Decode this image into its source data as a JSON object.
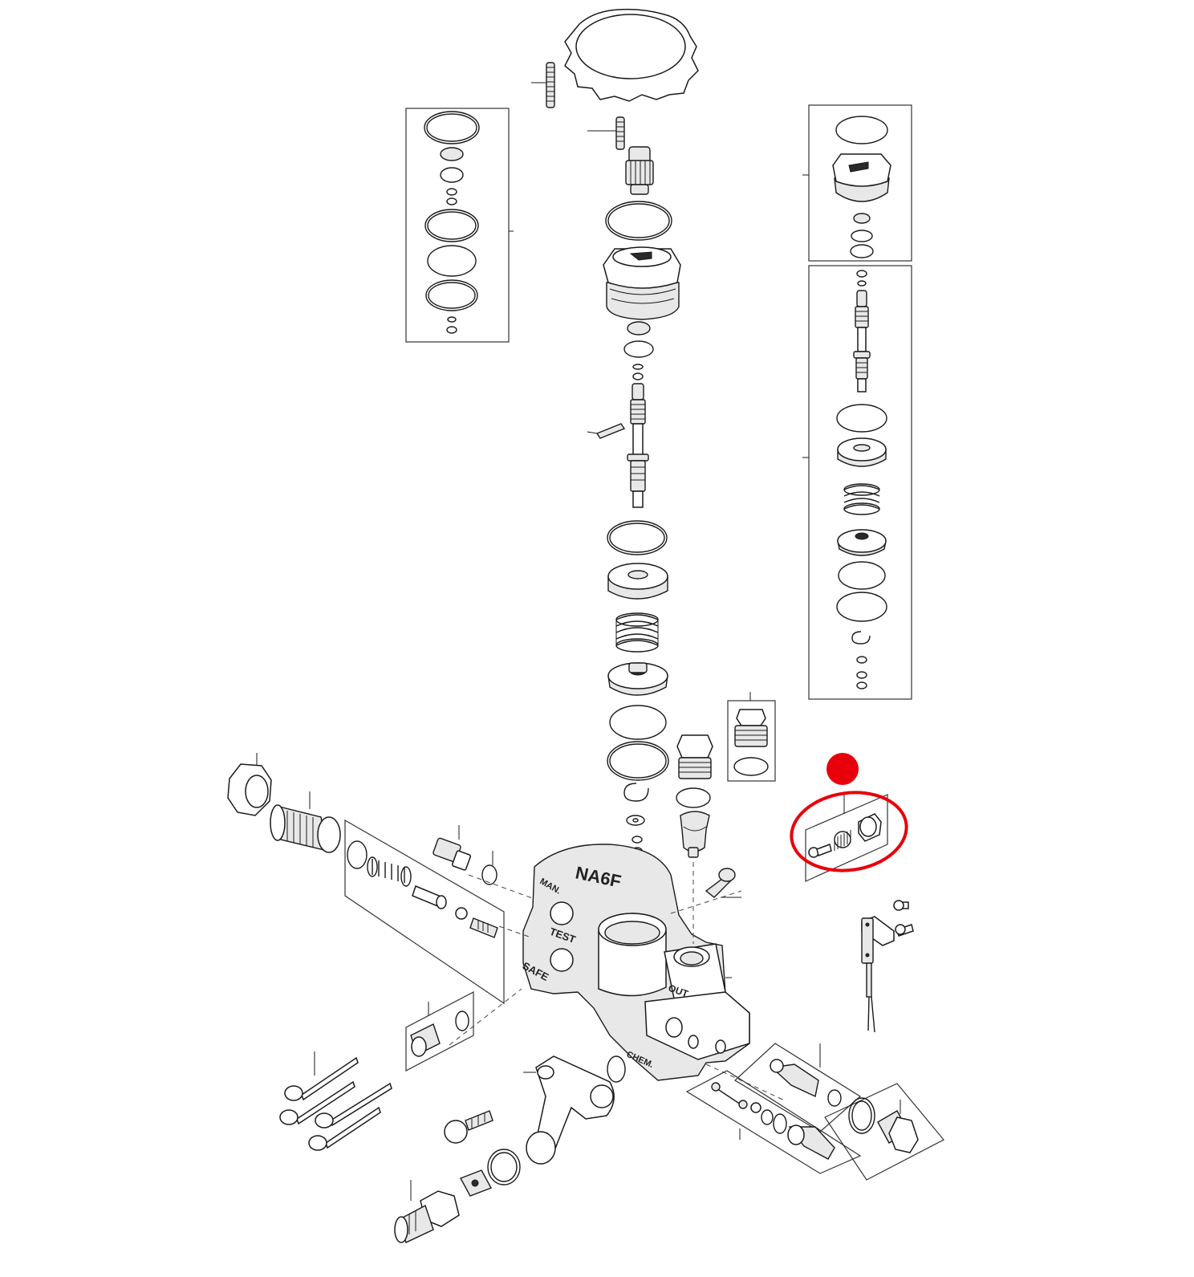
{
  "diagram": {
    "body_labels": {
      "model": "NA6F",
      "man": "MAN.",
      "test": "TEST",
      "safe": "SAFE",
      "out": "OUT",
      "chem": "CHEM."
    },
    "highlight": {
      "color": "#e8000b",
      "shape": "circle-marker-and-ellipse"
    }
  }
}
